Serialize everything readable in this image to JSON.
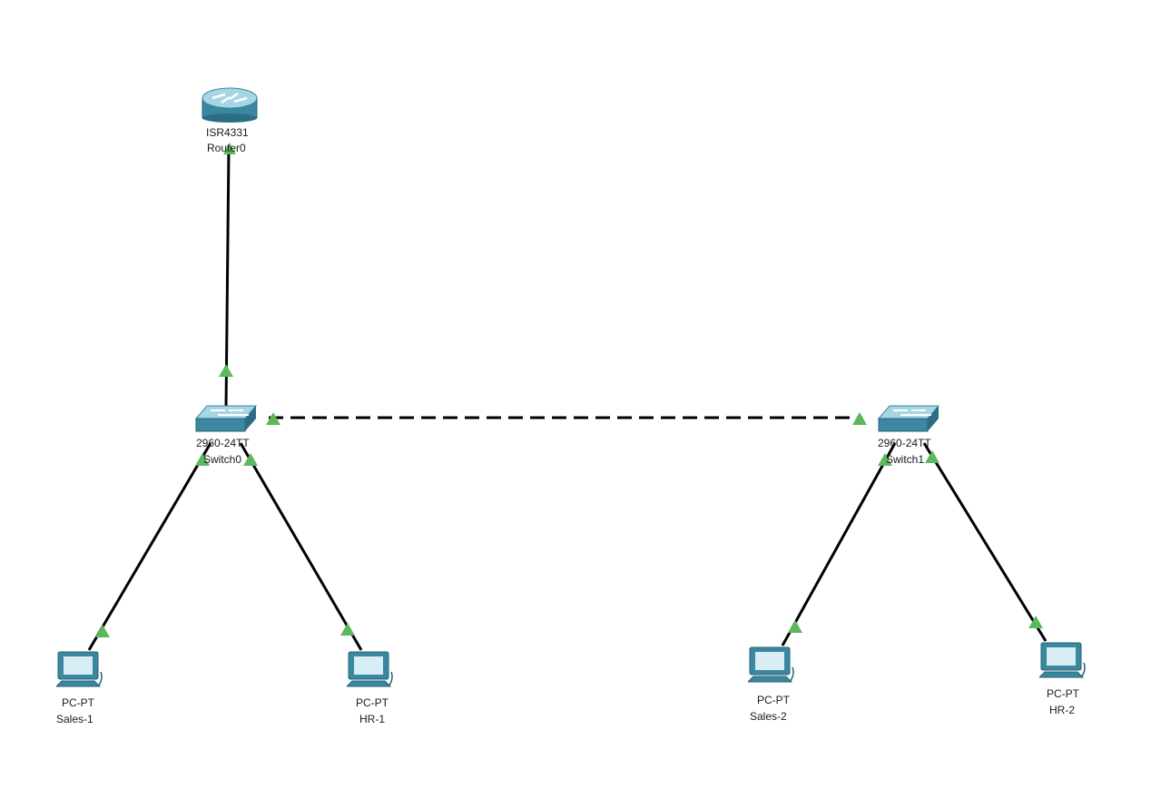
{
  "devices": {
    "router0": {
      "model": "ISR4331",
      "name": "Router0",
      "icon": "router-icon"
    },
    "switch0": {
      "model": "2960-24TT",
      "name": "Switch0",
      "icon": "switch-icon"
    },
    "switch1": {
      "model": "2960-24TT",
      "name": "Switch1",
      "icon": "switch-icon"
    },
    "sales1": {
      "model": "PC-PT",
      "name": "Sales-1",
      "icon": "pc-icon"
    },
    "hr1": {
      "model": "PC-PT",
      "name": "HR-1",
      "icon": "pc-icon"
    },
    "sales2": {
      "model": "PC-PT",
      "name": "Sales-2",
      "icon": "pc-icon"
    },
    "hr2": {
      "model": "PC-PT",
      "name": "HR-2",
      "icon": "pc-icon"
    }
  },
  "links": [
    {
      "from": "router0",
      "to": "switch0",
      "style": "straight-through",
      "status": "up"
    },
    {
      "from": "switch0",
      "to": "switch1",
      "style": "crossover",
      "status": "up"
    },
    {
      "from": "switch0",
      "to": "sales1",
      "style": "straight-through",
      "status": "up"
    },
    {
      "from": "switch0",
      "to": "hr1",
      "style": "straight-through",
      "status": "up"
    },
    {
      "from": "switch1",
      "to": "sales2",
      "style": "straight-through",
      "status": "up"
    },
    {
      "from": "switch1",
      "to": "hr2",
      "style": "straight-through",
      "status": "up"
    }
  ],
  "colors": {
    "link": "#000000",
    "link_up_indicator": "#5cb85c",
    "device_teal": "#3f8ea6",
    "device_light": "#9fd0de"
  }
}
